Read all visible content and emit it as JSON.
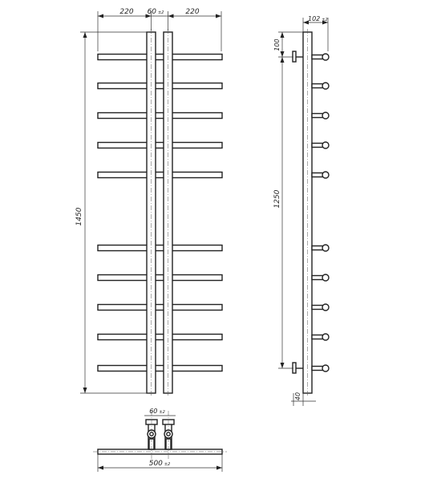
{
  "front_view": {
    "dims": {
      "left_offset": "220",
      "pipe_spacing": "60",
      "pipe_spacing_suffix": "±2",
      "right_offset": "220",
      "total_height": "1450"
    }
  },
  "side_view": {
    "dims": {
      "depth": "102",
      "depth_suffix": "±2",
      "top_offset": "100",
      "center_distance": "1250",
      "bottom_offset": "40"
    }
  },
  "bottom_view": {
    "dims": {
      "pipe_spacing": "60",
      "pipe_spacing_suffix": "±2",
      "total_width": "500",
      "total_width_suffix": "±2"
    }
  },
  "colors": {
    "line": "#222222",
    "background": "#ffffff"
  }
}
